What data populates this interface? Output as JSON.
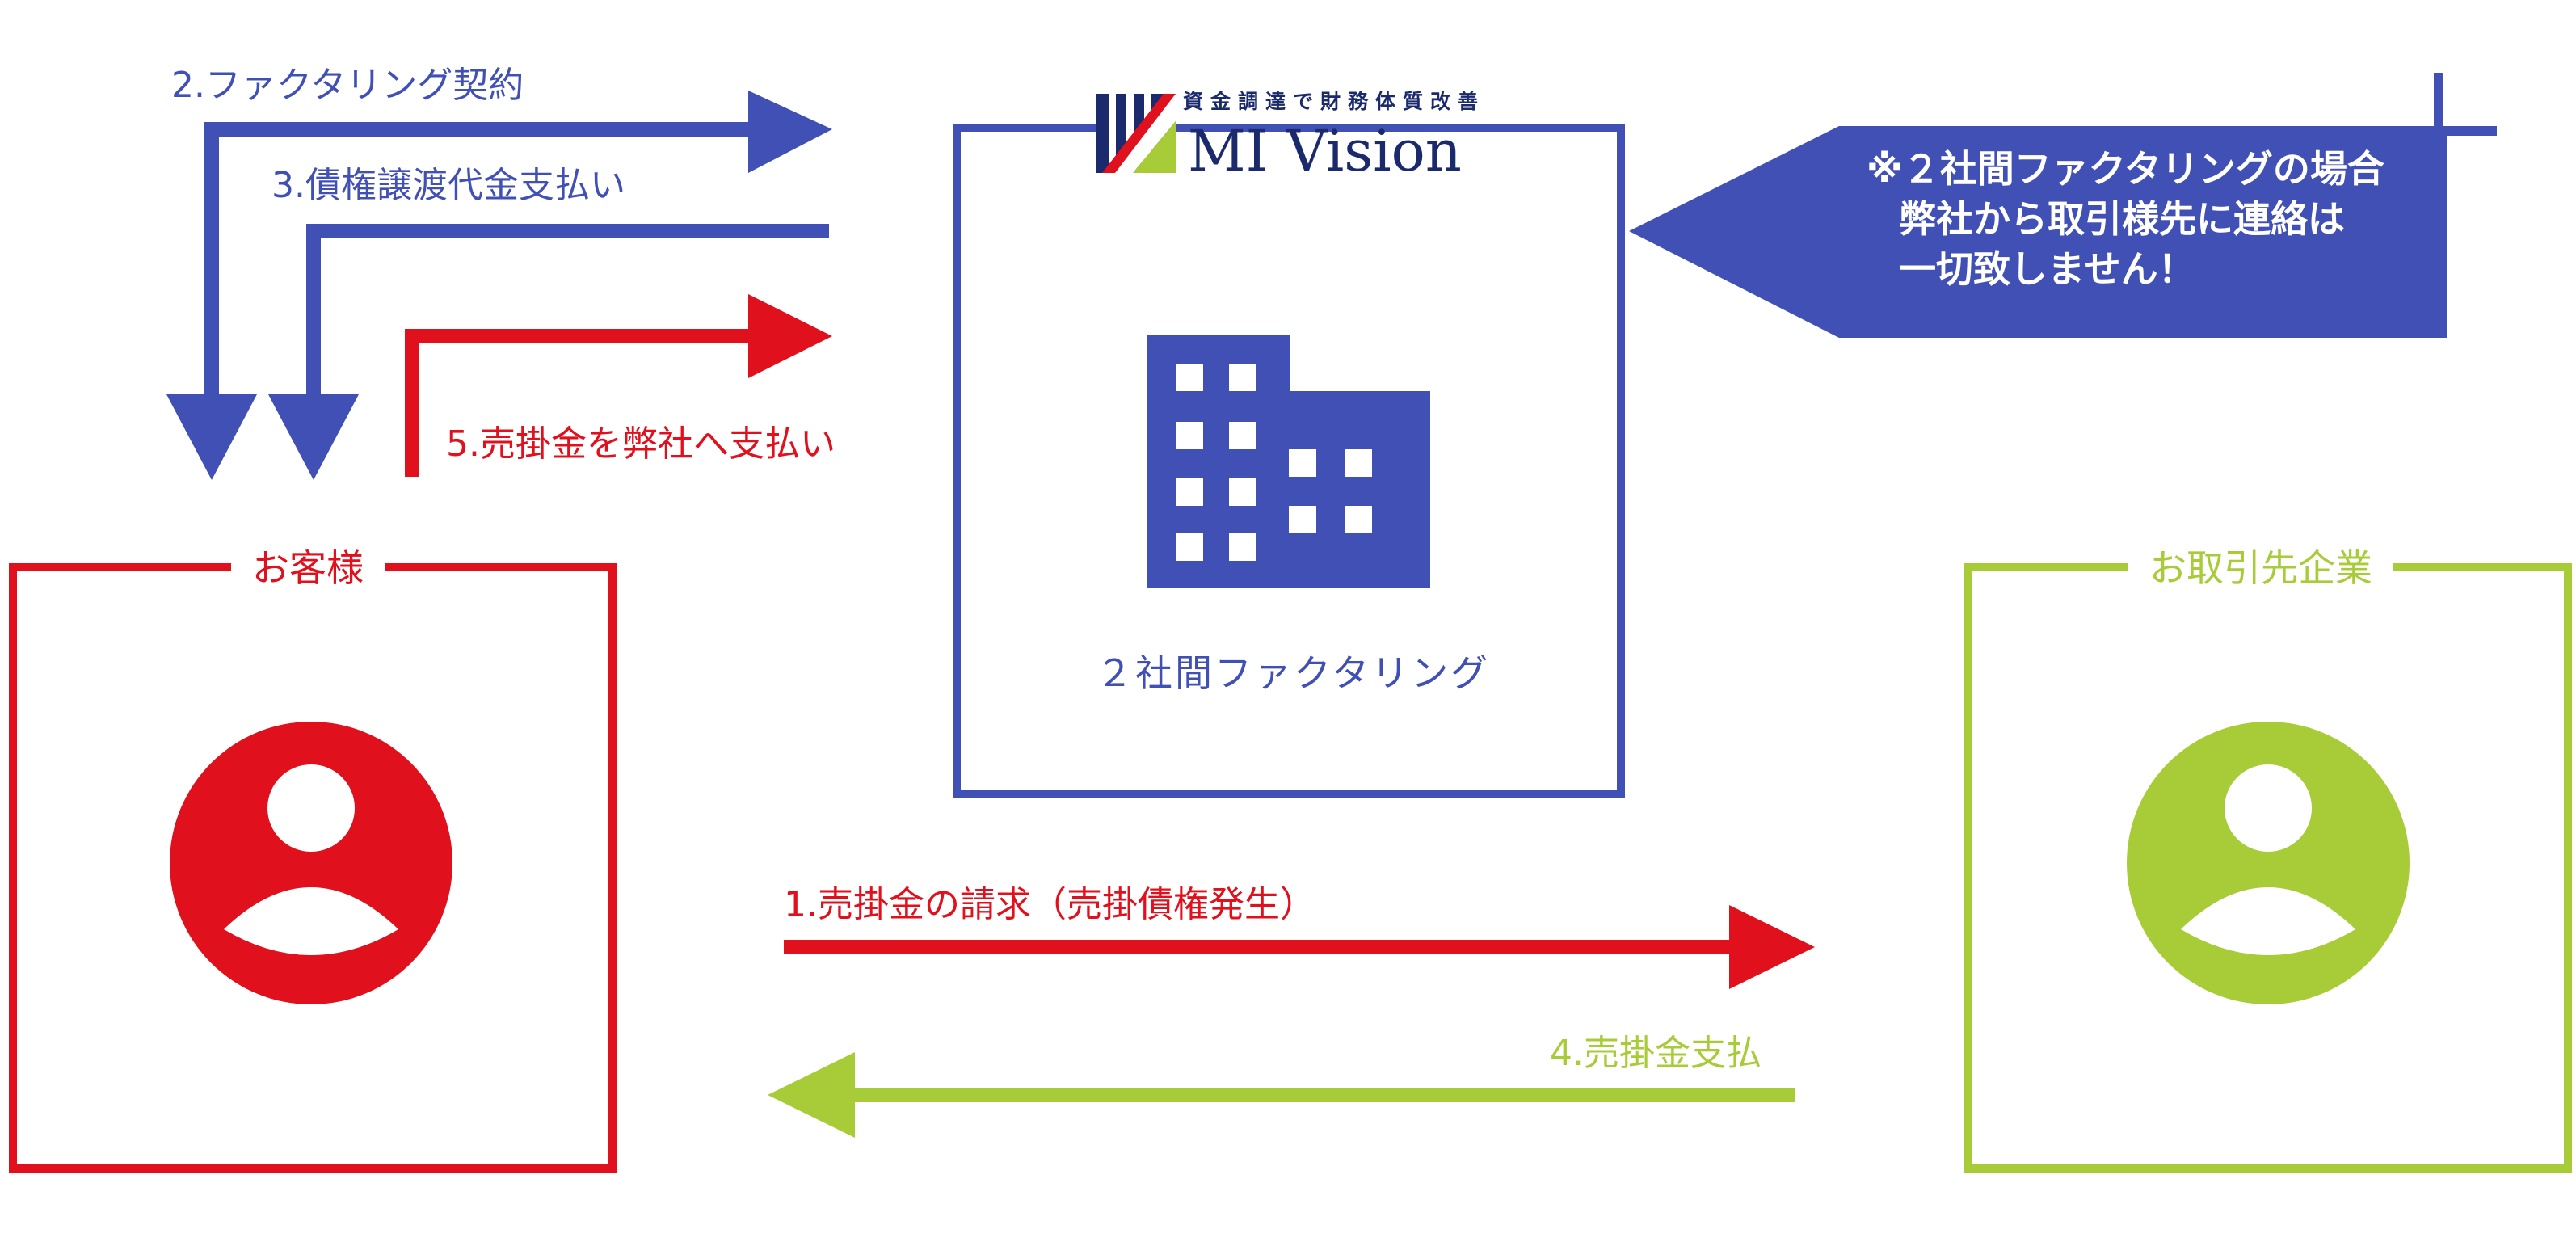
{
  "logo": {
    "tagline": "資金調達で財務体質改善",
    "name": "MI Vision"
  },
  "center_box": {
    "label": "２社間ファクタリング"
  },
  "customer_box": {
    "label": "お客様"
  },
  "partner_box": {
    "label": "お取引先企業"
  },
  "arrows": {
    "step1": "1.売掛金の請求（売掛債権発生）",
    "step2": "2.ファクタリング契約",
    "step3": "3.債権譲渡代金支払い",
    "step4": "4.売掛金支払",
    "step5": "5.売掛金を弊社へ支払い"
  },
  "note": {
    "line1": "※２社間ファクタリングの場合",
    "line2": "弊社から取引様先に連絡は",
    "line3": "一切致しません！"
  },
  "colors": {
    "blue": "#4050b5",
    "red": "#e0101c",
    "green": "#a8cb38"
  },
  "icons": {
    "company": "building-icon",
    "customer": "person-icon",
    "partner": "person-icon"
  }
}
